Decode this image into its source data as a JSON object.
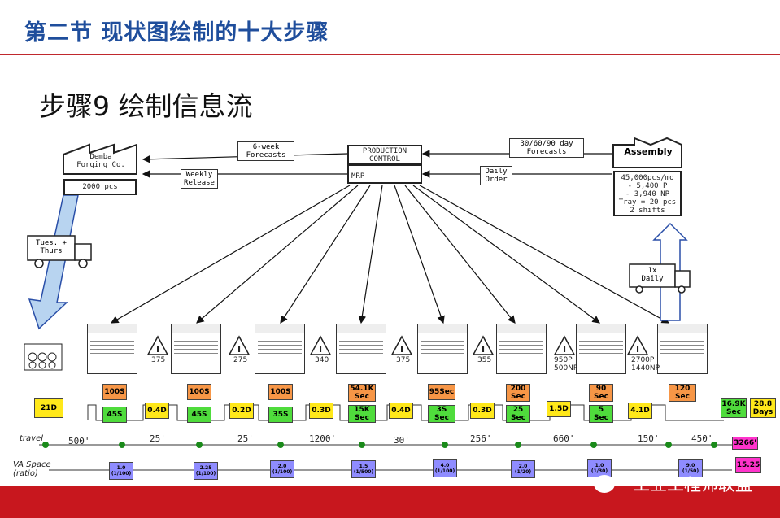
{
  "header": {
    "slide_title": "第二节  现状图绘制的十大步骤",
    "step_title": "步骤9  绘制信息流"
  },
  "supplier": {
    "name": "Demba\nForging Co.",
    "qty": "2000 pcs"
  },
  "control": {
    "title": "PRODUCTION\nCONTROL",
    "system": "MRP"
  },
  "customer": {
    "name": "Assembly",
    "data": [
      "45,000pcs/mo",
      "- 5,400 P",
      "- 3,940 NP",
      "Tray = 20 pcs",
      "2 shifts"
    ]
  },
  "flows": {
    "forecast_to_supplier": "6-week\nForecasts",
    "release_to_supplier": "Weekly\nRelease",
    "forecast_from_customer": "30/60/90 day\nForecasts",
    "order_from_customer": "Daily\nOrder"
  },
  "shipments": {
    "inbound": "Tues. +\nThurs",
    "outbound": "1x\nDaily"
  },
  "inventory": [
    "375",
    "275",
    "340",
    "375",
    "355",
    "950P\n500NP",
    "2700P\n1440NP"
  ],
  "timeline": {
    "waits": [
      "21D",
      "0.4D",
      "0.2D",
      "0.3D",
      "0.4D",
      "0.3D",
      "1.5D",
      "4.1D"
    ],
    "cycle": [
      "100S",
      "100S",
      "100S",
      "54.1K\nSec",
      "95Sec",
      "200\nSec",
      "90\nSec",
      "120\nSec"
    ],
    "value": [
      "45S",
      "45S",
      "35S",
      "15K\nSec",
      "3S\nSec",
      "25\nSec",
      "5\nSec"
    ],
    "total_lead": "16.9K\nSec",
    "total_days": "28.8\nDays"
  },
  "travel": {
    "label": "travel",
    "values": [
      "500'",
      "25'",
      "25'",
      "1200'",
      "30'",
      "256'",
      "660'",
      "150'",
      "450'"
    ],
    "total": "3266'"
  },
  "va_space": {
    "label": "VA Space\n(ratio)",
    "values": [
      "1.0\n(1/100)",
      "2.25\n(1/100)",
      "2.0\n(1/100)",
      "1.5\n(1/500)",
      "4.0\n(1/100)",
      "2.0\n(1/20)",
      "1.0\n(1/30)",
      "9.0\n(1/50)"
    ],
    "total": "15.25"
  },
  "watermark": "工业工程师联盟",
  "colors": {
    "title_blue": "#1f4e9c",
    "red": "#c8171e",
    "yellow": "#ffe81a",
    "orange": "#f79646",
    "green": "#4fdc3c",
    "blue": "#8f8cff",
    "magenta": "#ff33cc"
  }
}
